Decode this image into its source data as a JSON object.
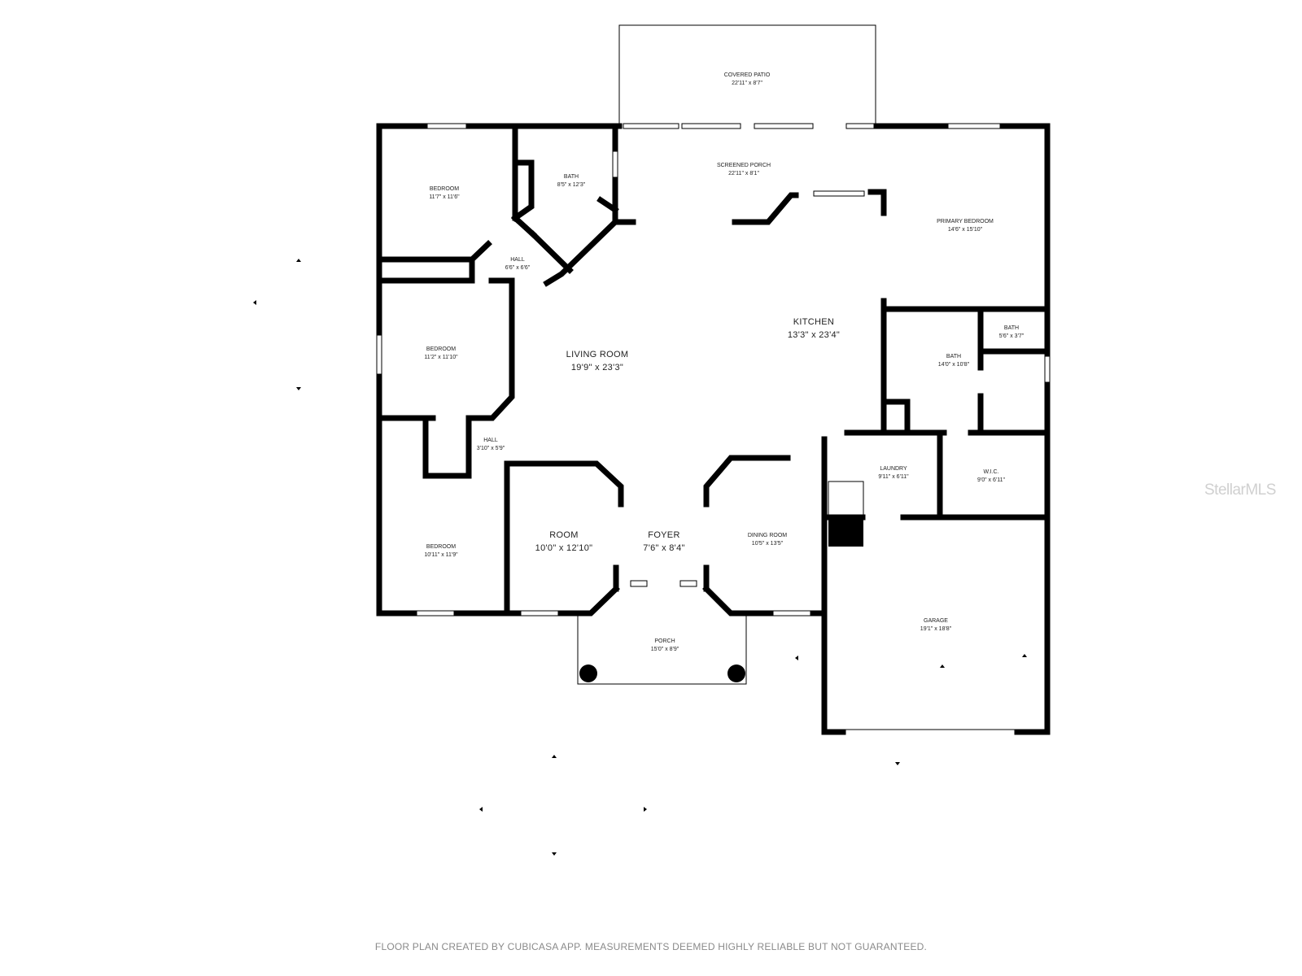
{
  "rooms": {
    "covered_patio": {
      "name": "COVERED PATIO",
      "dims": "22'11\" x 8'7\""
    },
    "screened_porch": {
      "name": "SCREENED PORCH",
      "dims": "22'11\" x 8'1\""
    },
    "bedroom_nw": {
      "name": "BEDROOM",
      "dims": "11'7\" x 11'6\""
    },
    "bath_north": {
      "name": "BATH",
      "dims": "8'5\" x 12'3\""
    },
    "hall_north": {
      "name": "HALL",
      "dims": "6'6\" x 6'6\""
    },
    "primary_bedroom": {
      "name": "PRIMARY BEDROOM",
      "dims": "14'6\" x 15'10\""
    },
    "kitchen": {
      "name": "KITCHEN",
      "dims": "13'3\" x 23'4\""
    },
    "living_room": {
      "name": "LIVING ROOM",
      "dims": "19'9\" x 23'3\""
    },
    "bedroom_w": {
      "name": "BEDROOM",
      "dims": "11'2\" x 11'10\""
    },
    "bath_small": {
      "name": "BATH",
      "dims": "5'6\" x 3'7\""
    },
    "bath_primary": {
      "name": "BATH",
      "dims": "14'0\" x 10'8\""
    },
    "hall_south": {
      "name": "HALL",
      "dims": "3'10\" x 5'9\""
    },
    "laundry": {
      "name": "LAUNDRY",
      "dims": "9'11\" x 6'11\""
    },
    "wic": {
      "name": "W.I.C.",
      "dims": "9'0\" x 6'11\""
    },
    "room": {
      "name": "ROOM",
      "dims": "10'0\" x 12'10\""
    },
    "foyer": {
      "name": "FOYER",
      "dims": "7'6\" x 8'4\""
    },
    "dining_room": {
      "name": "DINING ROOM",
      "dims": "10'5\" x 13'5\""
    },
    "bedroom_sw": {
      "name": "BEDROOM",
      "dims": "10'11\" x 11'9\""
    },
    "garage": {
      "name": "GARAGE",
      "dims": "19'1\" x 18'8\""
    },
    "porch": {
      "name": "PORCH",
      "dims": "15'0\" x 8'9\""
    }
  },
  "footer": "FLOOR PLAN CREATED BY CUBICASA APP. MEASUREMENTS DEEMED HIGHLY RELIABLE BUT NOT GUARANTEED.",
  "watermark": "StellarMLS"
}
